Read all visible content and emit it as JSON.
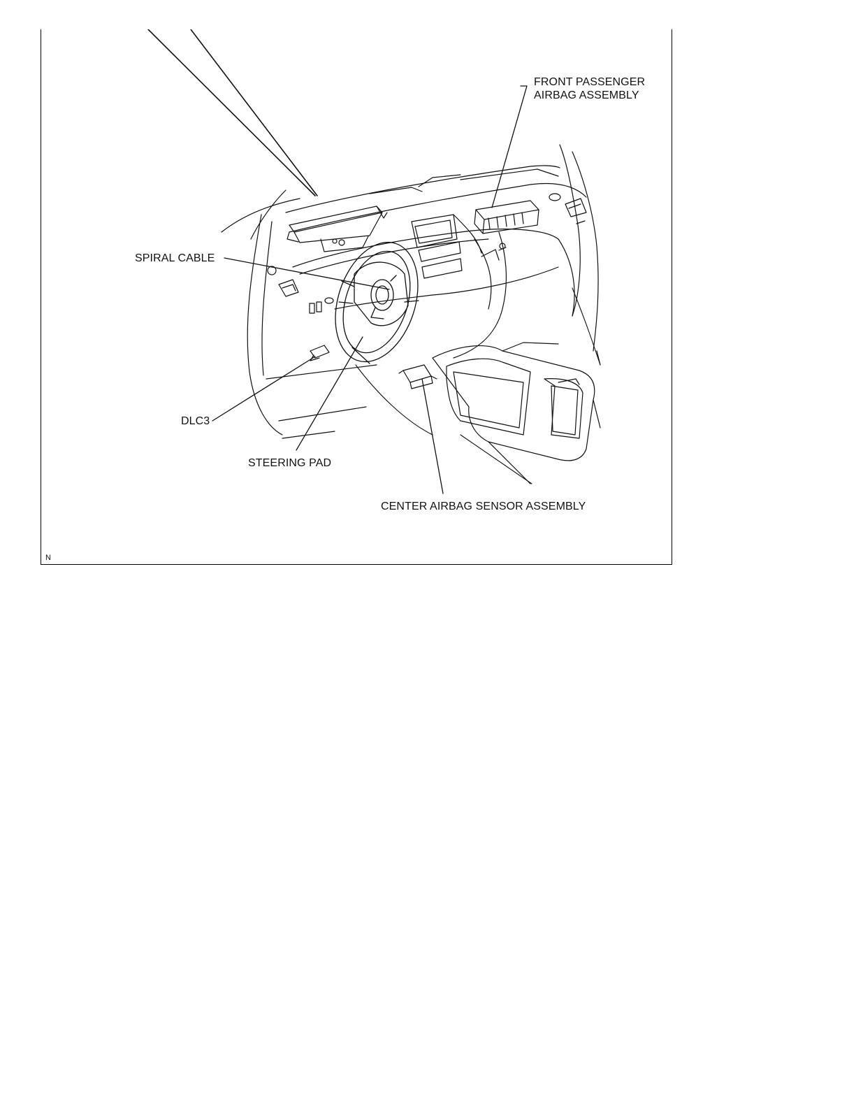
{
  "diagram": {
    "labels": {
      "front_passenger_airbag": "FRONT PASSENGER\nAIRBAG ASSEMBLY",
      "spiral_cable": "SPIRAL CABLE",
      "dlc3": "DLC3",
      "steering_pad": "STEERING PAD",
      "center_airbag_sensor": "CENTER AIRBAG SENSOR ASSEMBLY"
    },
    "figure_id": "N"
  }
}
